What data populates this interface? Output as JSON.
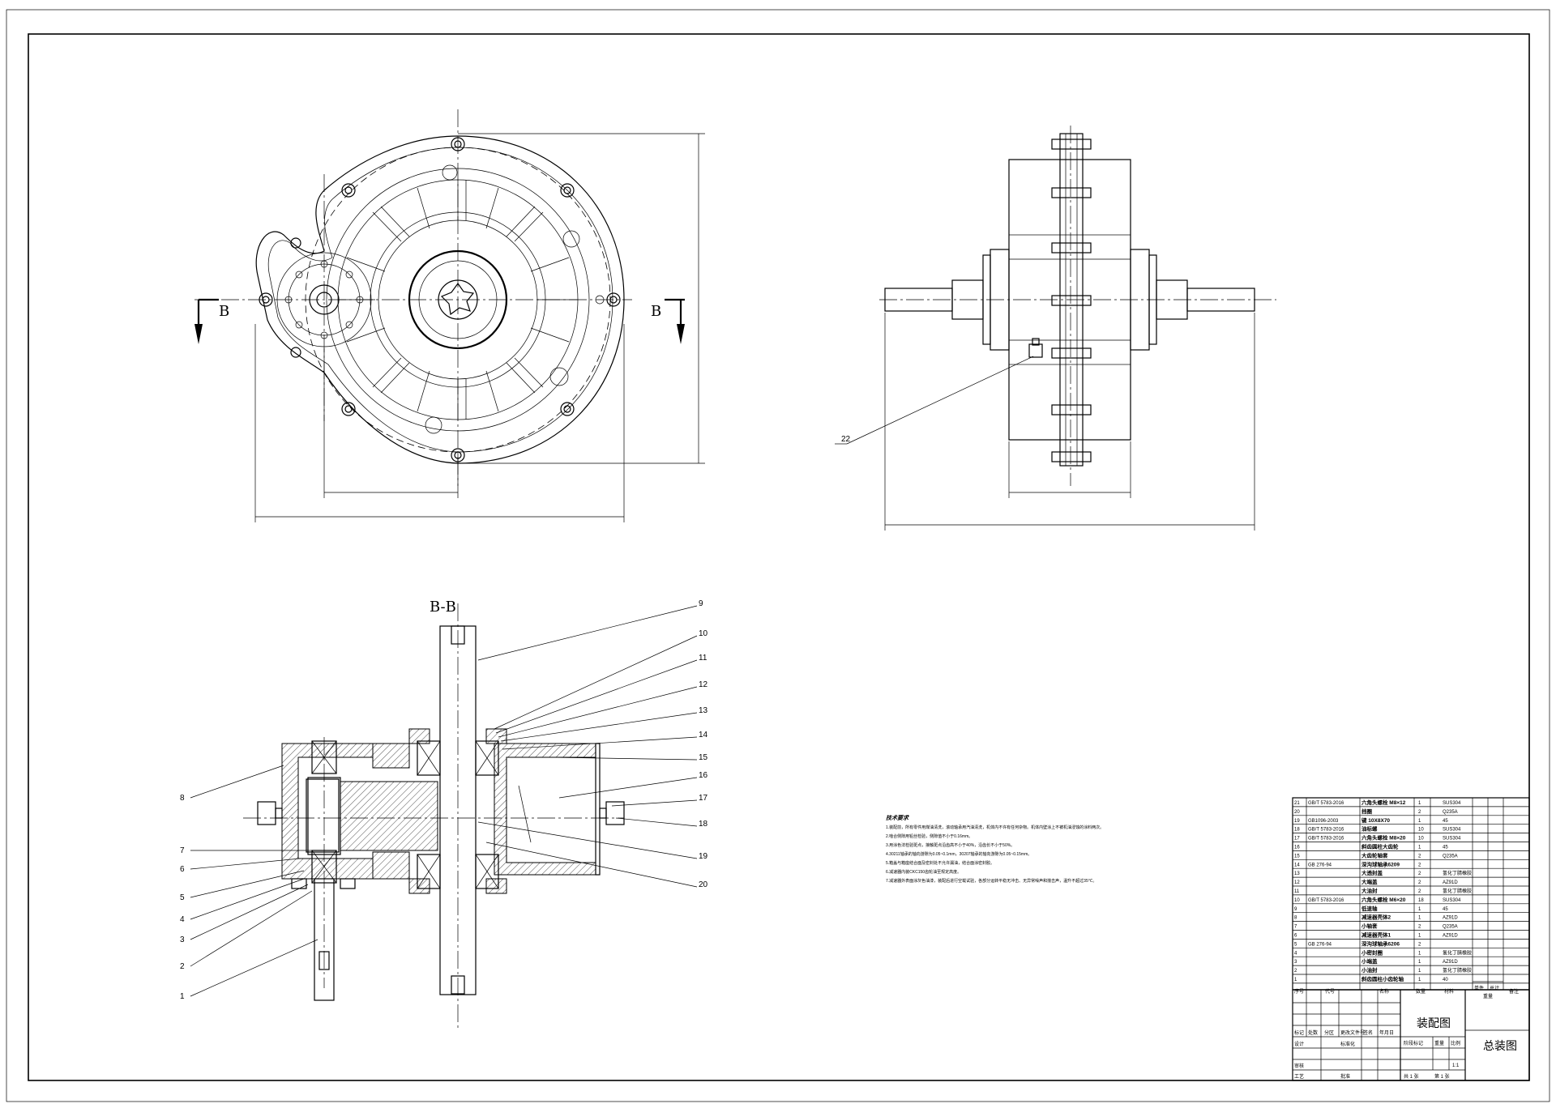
{
  "views": {
    "front_marker_left": "B",
    "front_marker_right": "B",
    "section_title": "B-B"
  },
  "side_view": {
    "callout": "22"
  },
  "section_callouts_left": [
    "8",
    "7",
    "6",
    "5",
    "4",
    "3",
    "2",
    "1"
  ],
  "section_callouts_right": [
    "9",
    "10",
    "11",
    "12",
    "13",
    "14",
    "15",
    "16",
    "17",
    "18",
    "19",
    "20"
  ],
  "notes": {
    "heading": "技术要求",
    "lines": [
      "1.装配前，所有零件用煤油清洗，滚动轴承用汽油清洗，机体内不许有任何杂物。机体内壁涂上不被机油浸蚀的涂料两次。",
      "2.啮合侧隙用铅丝检验，侧隙值不小于0.16mm。",
      "3.用涂色法检验斑点，接触斑点沿齿高不小于40%，沿齿长不小于50%。",
      "4.30211轴承的轴向游隙为0.05~0.1mm，30207轴承的轴向游隙为0.05~0.15mm。",
      "5.箱盖与箱座结合面及密封处不允许漏油，结合面涂密封胶。",
      "6.减速器内装CKC150齿轮油至规定高度。",
      "7.减速器外表面涂灰色油漆，装配后进行空载试验，各部分运转平稳无冲击、无异常噪声和撞击声，温升不超过35℃。"
    ]
  },
  "bom": {
    "rows": [
      {
        "no": "21",
        "code": "GB/T 5783-2016",
        "name": "六角头螺栓 M8×12",
        "qty": "1",
        "material": "SUS304"
      },
      {
        "no": "20",
        "code": "",
        "name": "挡圈",
        "qty": "2",
        "material": "Q235A"
      },
      {
        "no": "19",
        "code": "GB1096-2003",
        "name": "键 10X8X70",
        "qty": "1",
        "material": "45"
      },
      {
        "no": "18",
        "code": "GB/T 5783-2016",
        "name": "油标螺",
        "qty": "10",
        "material": "SUS304"
      },
      {
        "no": "17",
        "code": "GB/T 5783-2016",
        "name": "六角头螺栓 M8×20",
        "qty": "10",
        "material": "SUS304"
      },
      {
        "no": "16",
        "code": "",
        "name": "斜齿圆柱大齿轮",
        "qty": "1",
        "material": "45"
      },
      {
        "no": "15",
        "code": "",
        "name": "大齿轮轴套",
        "qty": "2",
        "material": "Q235A"
      },
      {
        "no": "14",
        "code": "GB 276-94",
        "name": "深沟球轴承6209",
        "qty": "2",
        "material": ""
      },
      {
        "no": "13",
        "code": "",
        "name": "大透封盖",
        "qty": "2",
        "material": "氢化丁腈橡胶"
      },
      {
        "no": "12",
        "code": "",
        "name": "大端盖",
        "qty": "2",
        "material": "AZ91D"
      },
      {
        "no": "11",
        "code": "",
        "name": "大油封",
        "qty": "2",
        "material": "氢化丁腈橡胶"
      },
      {
        "no": "10",
        "code": "GB/T 5783-2016",
        "name": "六角头螺栓 M6×20",
        "qty": "18",
        "material": "SUS304"
      },
      {
        "no": "9",
        "code": "",
        "name": "低速轴",
        "qty": "1",
        "material": "45"
      },
      {
        "no": "8",
        "code": "",
        "name": "减速器壳体2",
        "qty": "1",
        "material": "AZ91D"
      },
      {
        "no": "7",
        "code": "",
        "name": "小轴套",
        "qty": "2",
        "material": "Q235A"
      },
      {
        "no": "6",
        "code": "",
        "name": "减速器壳体1",
        "qty": "1",
        "material": "AZ91D"
      },
      {
        "no": "5",
        "code": "GB 276-94",
        "name": "深沟球轴承6206",
        "qty": "2",
        "material": ""
      },
      {
        "no": "4",
        "code": "",
        "name": "小密封圈",
        "qty": "1",
        "material": "氢化丁腈橡胶"
      },
      {
        "no": "3",
        "code": "",
        "name": "小端盖",
        "qty": "1",
        "material": "AZ91D"
      },
      {
        "no": "2",
        "code": "",
        "name": "小油封",
        "qty": "1",
        "material": "氢化丁腈橡胶"
      },
      {
        "no": "1",
        "code": "",
        "name": "斜齿圆柱小齿轮轴",
        "qty": "1",
        "material": "40"
      }
    ],
    "header": {
      "no": "序号",
      "code": "代号",
      "name": "名称",
      "qty": "数量",
      "material": "材料",
      "unit": "单件",
      "total": "总计",
      "weight": "重量",
      "remark": "备注"
    }
  },
  "title_block": {
    "drawing_name": "装配图",
    "drawing_title": "总装图",
    "mark": "标记",
    "count": "处数",
    "zone": "分区",
    "change_doc": "更改文件号",
    "sign": "签名",
    "date": "年月日",
    "design": "设计",
    "standard": "标准化",
    "audit": "审核",
    "process": "工艺",
    "approve": "批准",
    "stage": "阶段标记",
    "weight": "重量",
    "scale": "比例",
    "scale_value": "1:1",
    "sheets": "共 1 张",
    "sheet_no": "第 1 张"
  }
}
